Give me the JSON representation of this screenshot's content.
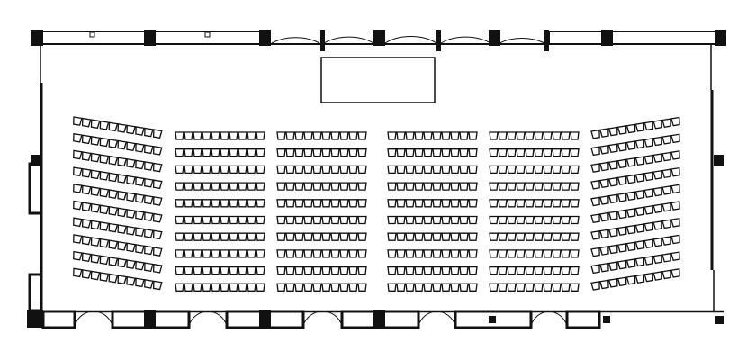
{
  "floor_plan": {
    "type": "theater-seating-layout",
    "ink_color": "#111111",
    "background": "#ffffff",
    "stage": {
      "present": true
    },
    "sections": [
      {
        "name": "left-angled",
        "rows": 10,
        "seats_per_row": 10,
        "angle": "toward-stage"
      },
      {
        "name": "center-left-outer",
        "rows": 10,
        "seats_per_row": 10,
        "angle": "straight"
      },
      {
        "name": "center-left-inner",
        "rows": 10,
        "seats_per_row": 10,
        "angle": "straight"
      },
      {
        "name": "center-right-inner",
        "rows": 10,
        "seats_per_row": 10,
        "angle": "straight"
      },
      {
        "name": "center-right-outer",
        "rows": 10,
        "seats_per_row": 10,
        "angle": "straight"
      },
      {
        "name": "right-angled",
        "rows": 10,
        "seats_per_row": 10,
        "angle": "toward-stage"
      }
    ]
  }
}
